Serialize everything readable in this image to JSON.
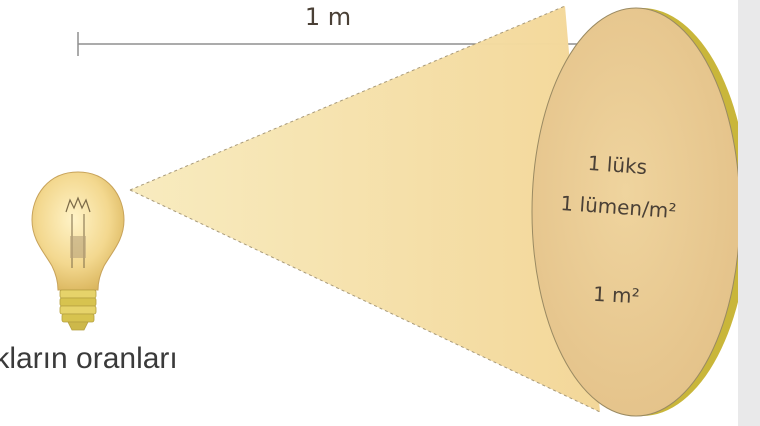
{
  "diagram": {
    "distance_label": "1 m",
    "surface_lines": [
      "1 lüks",
      "1 lümen/m²",
      "1 m²"
    ],
    "caption": "ıkların oranları"
  },
  "colors": {
    "beam": "#f6dfa6",
    "ellipse_face": "#e9c78e",
    "ellipse_rim": "#c8b43a",
    "bulb_glass": "#f1d488",
    "bulb_base": "#d8c24a",
    "sidebar": "#e9e9ea"
  },
  "icons": [
    "light-bulb-icon"
  ]
}
